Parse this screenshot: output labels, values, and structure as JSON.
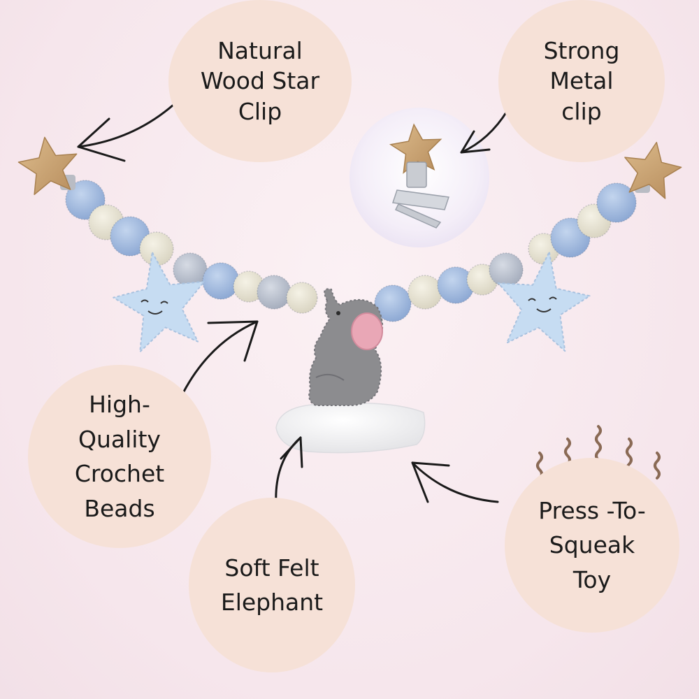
{
  "callouts": {
    "wood_clip": "Natural\nWood Star\nClip",
    "metal_clip": "Strong\nMetal\nclip",
    "beads": "High-\nQuality\nCrochet\nBeads",
    "felt": "Soft Felt\nElephant",
    "squeak": "Press -To-\nSqueak\nToy"
  },
  "colors": {
    "background": "#f7e9ee",
    "bubble": "#f6e1d7",
    "bead_blue": "#9db7dd",
    "bead_cream": "#e7e3d3",
    "bead_grey": "#b8bfcc",
    "felt_star": "#c6dcf2",
    "elephant": "#8c8c8f",
    "wood": "#cfa978",
    "squeak_lines": "#8a6a55"
  }
}
